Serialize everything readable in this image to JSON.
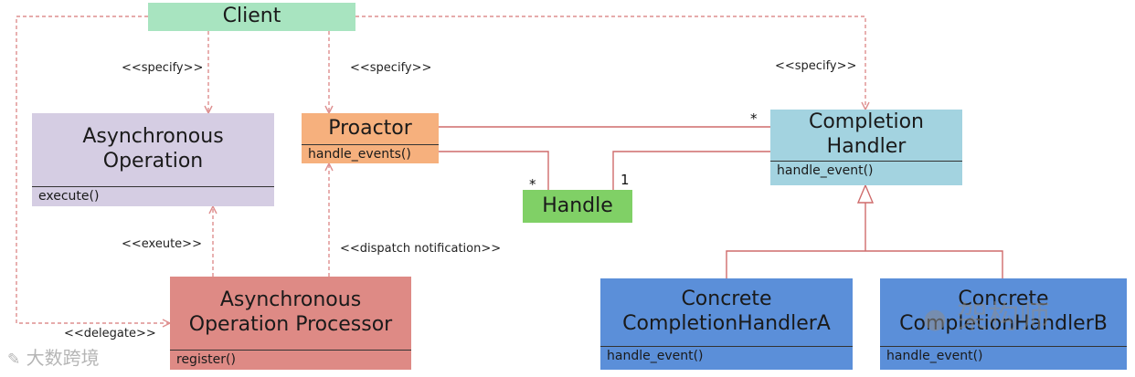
{
  "colors": {
    "client": "#a8e4c0",
    "async_operation": "#d5cde3",
    "proactor": "#f6b07d",
    "handle": "#80d066",
    "completion_handler": "#a3d3e0",
    "processor": "#de8a85",
    "concrete": "#5b8fd9",
    "dependency_line": "#de8f8f",
    "association_line": "#cf6b6b"
  },
  "client": {
    "title": "Client"
  },
  "async_operation": {
    "title": "Asynchronous\nOperation",
    "method": "execute()"
  },
  "proactor": {
    "title": "Proactor",
    "method": "handle_events()"
  },
  "handle": {
    "title": "Handle"
  },
  "completion_handler": {
    "title": "Completion\nHandler",
    "method": "handle_event()"
  },
  "processor": {
    "title": "Asynchronous\nOperation Processor",
    "method": "register()"
  },
  "concrete_a": {
    "title": "Concrete\nCompletionHandlerA",
    "method": "handle_event()"
  },
  "concrete_b": {
    "title": "Concrete\nCompletionHandlerB",
    "method": "handle_event()"
  },
  "labels": {
    "specify_1": "<<specify>>",
    "specify_2": "<<specify>>",
    "specify_3": "<<specify>>",
    "exeute": "<<exeute>>",
    "dispatch": "<<dispatch notification>>",
    "delegate": "<<delegate>>"
  },
  "multiplicities": {
    "proactor_to_handler": "*",
    "proactor_to_handle": "*",
    "handler_to_handle": "1"
  },
  "watermarks": {
    "left": "大数跨境",
    "right": "架构师"
  }
}
